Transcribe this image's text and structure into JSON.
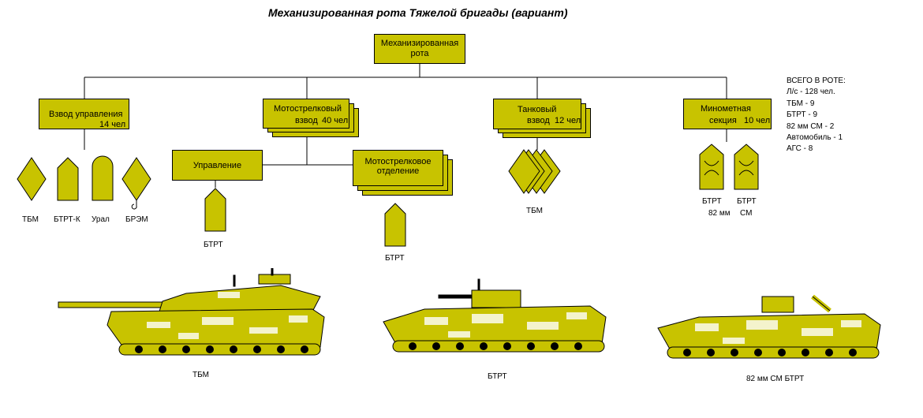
{
  "title": "Механизированная рота Тяжелой бригады  (вариант)",
  "colors": {
    "fill": "#c8c300",
    "line": "#000000"
  },
  "top_box": {
    "line1": "Механизированная",
    "line2": "рота"
  },
  "platoons": {
    "control": {
      "name": "Взвод управления",
      "count": "14 чел"
    },
    "motor": {
      "name": "Мотострелковый",
      "sub": "взвод",
      "count": "40 чел"
    },
    "tank": {
      "name": "Танковый",
      "sub": "взвод",
      "count": "12 чел"
    },
    "mortar": {
      "name": "Минометная",
      "sub": "секция",
      "count": "10 чел"
    }
  },
  "control_section": {
    "label": "Управление"
  },
  "squad": {
    "line1": "Мотострелковое",
    "line2": "отделение"
  },
  "symbol_labels": {
    "tbm": "ТБМ",
    "btrt_k": "БТРТ-К",
    "ural": "Урал",
    "brem": "БРЭМ",
    "btrt_ctrl": "БТРТ",
    "btrt_squad": "БТРТ",
    "tbm_tank": "ТБМ",
    "btrt_mortar1": "БТРТ",
    "mortar1_sub": "82 мм",
    "btrt_mortar2": "БТРТ",
    "mortar2_sub": "СМ"
  },
  "summary": [
    "ВСЕГО В РОТЕ:",
    "Л/с - 128 чел.",
    "ТБМ - 9",
    "БТРТ - 9",
    " 82  мм СМ - 2",
    "Автомобиль - 1",
    " АГС - 8"
  ],
  "vehicles": {
    "tbm": "ТБМ",
    "btrt": "БТРТ",
    "sm": "82 мм СМ БТРТ"
  }
}
